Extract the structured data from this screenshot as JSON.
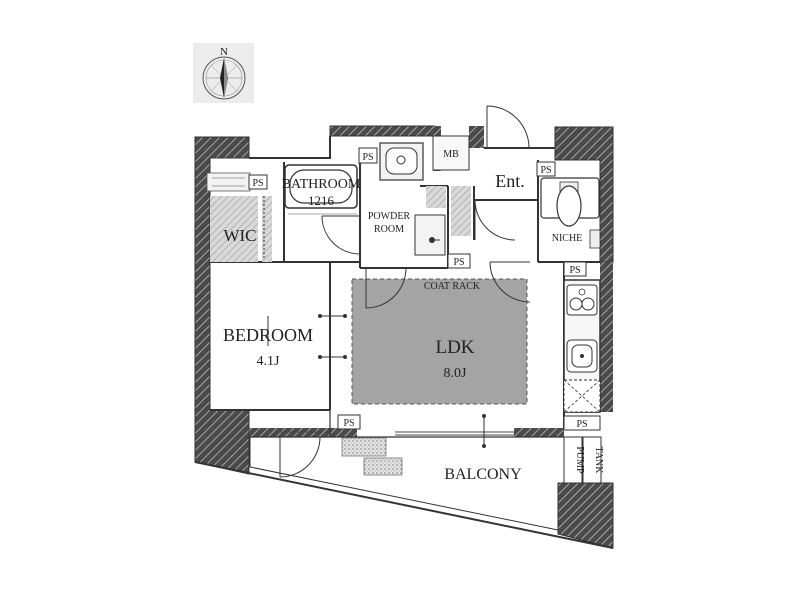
{
  "compass": {
    "north_label": "N"
  },
  "rooms": {
    "bathroom": {
      "name": "BATHROOM",
      "size": "1216"
    },
    "powder_room": {
      "line1": "POWDER",
      "line2": "ROOM"
    },
    "wic": {
      "name": "WIC"
    },
    "bedroom": {
      "name": "BEDROOM",
      "size": "4.1J"
    },
    "ldk": {
      "name": "LDK",
      "size": "8.0J"
    },
    "entrance": {
      "name": "Ent."
    },
    "niche": {
      "name": "NICHE"
    },
    "balcony": {
      "name": "BALCONY"
    },
    "mb": {
      "name": "MB"
    },
    "coat_rack": {
      "name": "COAT RACK"
    }
  },
  "markers": {
    "ps_1": "PS",
    "ps_2": "PS",
    "ps_3": "PS",
    "ps_4": "PS",
    "ps_5": "PS",
    "ps_6": "PS",
    "ps_7": "PS",
    "pump": "PUMP",
    "tank": "TANK"
  },
  "colors": {
    "wall": "#333333",
    "hatch_bg": "#5a5a5a",
    "ldk_fill": "#a4a4a4",
    "compass_bg": "#ececec",
    "balcony_tile": "#dadada"
  }
}
